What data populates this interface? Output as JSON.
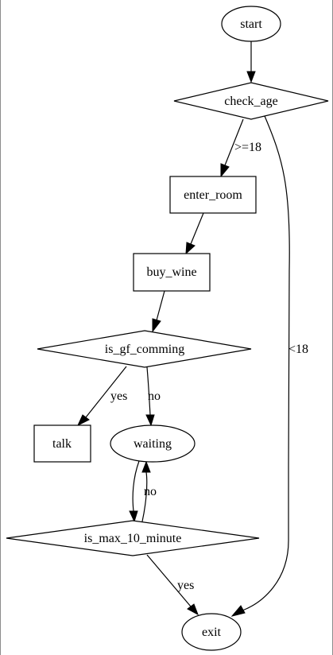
{
  "nodes": {
    "start": "start",
    "check_age": "check_age",
    "enter_room": "enter_room",
    "buy_wine": "buy_wine",
    "is_gf_comming": "is_gf_comming",
    "talk": "talk",
    "waiting": "waiting",
    "is_max_10_minute": "is_max_10_minute",
    "exit": "exit"
  },
  "edges": {
    "check_age_to_enter_room": ">=18",
    "check_age_to_exit": "<18",
    "is_gf_comming_to_talk": "yes",
    "is_gf_comming_to_waiting": "no",
    "is_max_10_minute_to_waiting": "no",
    "is_max_10_minute_to_exit": "yes"
  }
}
